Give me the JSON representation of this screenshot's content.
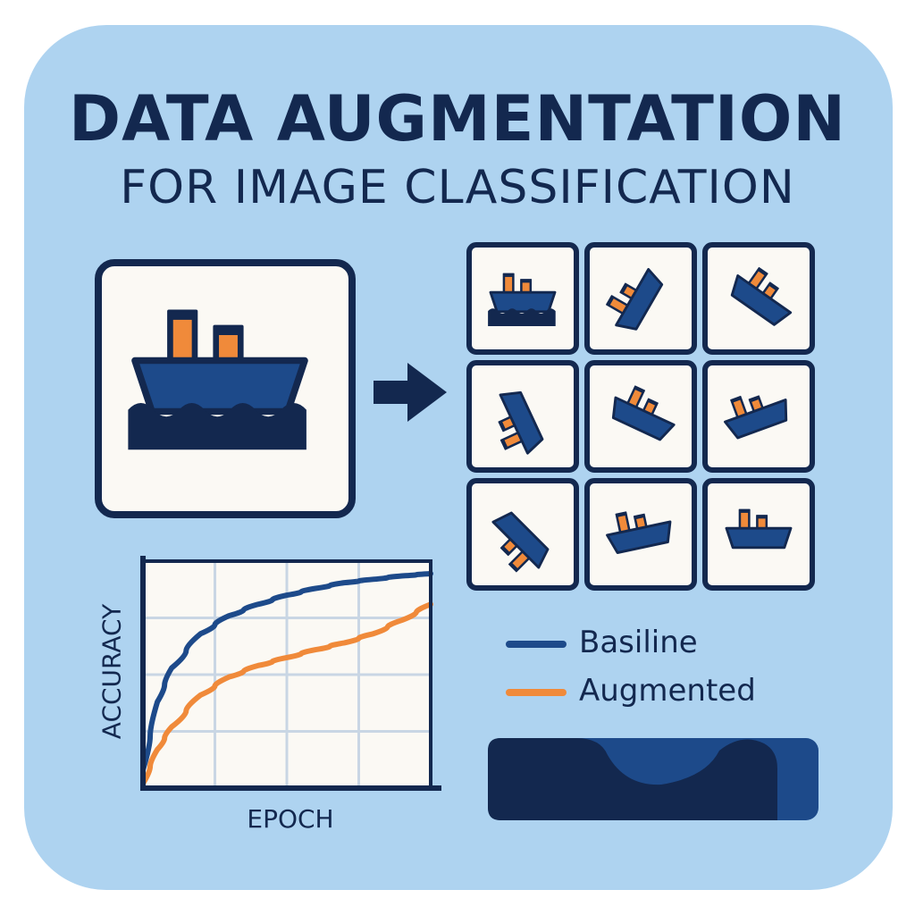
{
  "title": "DATA AUGMENTATION",
  "subtitle": "FOR IMAGE CLASSIFICATION",
  "original_image": {
    "subject": "ship-icon"
  },
  "augmented_grid": {
    "tiles": [
      {
        "icon": "ship-icon",
        "rotation": 0
      },
      {
        "icon": "ship-icon",
        "rotation": -60
      },
      {
        "icon": "ship-icon",
        "rotation": 35
      },
      {
        "icon": "ship-icon",
        "rotation": -115
      },
      {
        "icon": "ship-icon",
        "rotation": 25
      },
      {
        "icon": "ship-icon",
        "rotation": -20
      },
      {
        "icon": "ship-icon",
        "rotation": -135
      },
      {
        "icon": "ship-icon",
        "rotation": -12
      },
      {
        "icon": "ship-icon",
        "rotation": 0
      }
    ]
  },
  "legend": {
    "baseline_label": "Basiline",
    "augmented_label": "Augmented"
  },
  "chart_data": {
    "type": "line",
    "xlabel": "EPOCH",
    "ylabel": "ACCURACY",
    "x": [
      0,
      0.05,
      0.1,
      0.2,
      0.3,
      0.4,
      0.5,
      0.6,
      0.7,
      0.8,
      0.9,
      1.0
    ],
    "series": [
      {
        "name": "Basiline",
        "color": "#1d4a8a",
        "values": [
          0.08,
          0.38,
          0.53,
          0.68,
          0.76,
          0.81,
          0.85,
          0.88,
          0.905,
          0.92,
          0.935,
          0.945
        ]
      },
      {
        "name": "Augmented",
        "color": "#f08a3a",
        "values": [
          0.02,
          0.17,
          0.27,
          0.41,
          0.49,
          0.54,
          0.575,
          0.61,
          0.64,
          0.68,
          0.74,
          0.81
        ]
      }
    ],
    "xlim": [
      0,
      1
    ],
    "ylim": [
      0,
      1
    ],
    "grid": true
  },
  "colors": {
    "navy": "#13284f",
    "blue": "#1d4a8a",
    "orange": "#f08a3a",
    "background": "#aed3f0",
    "tile": "#fbf9f4"
  }
}
